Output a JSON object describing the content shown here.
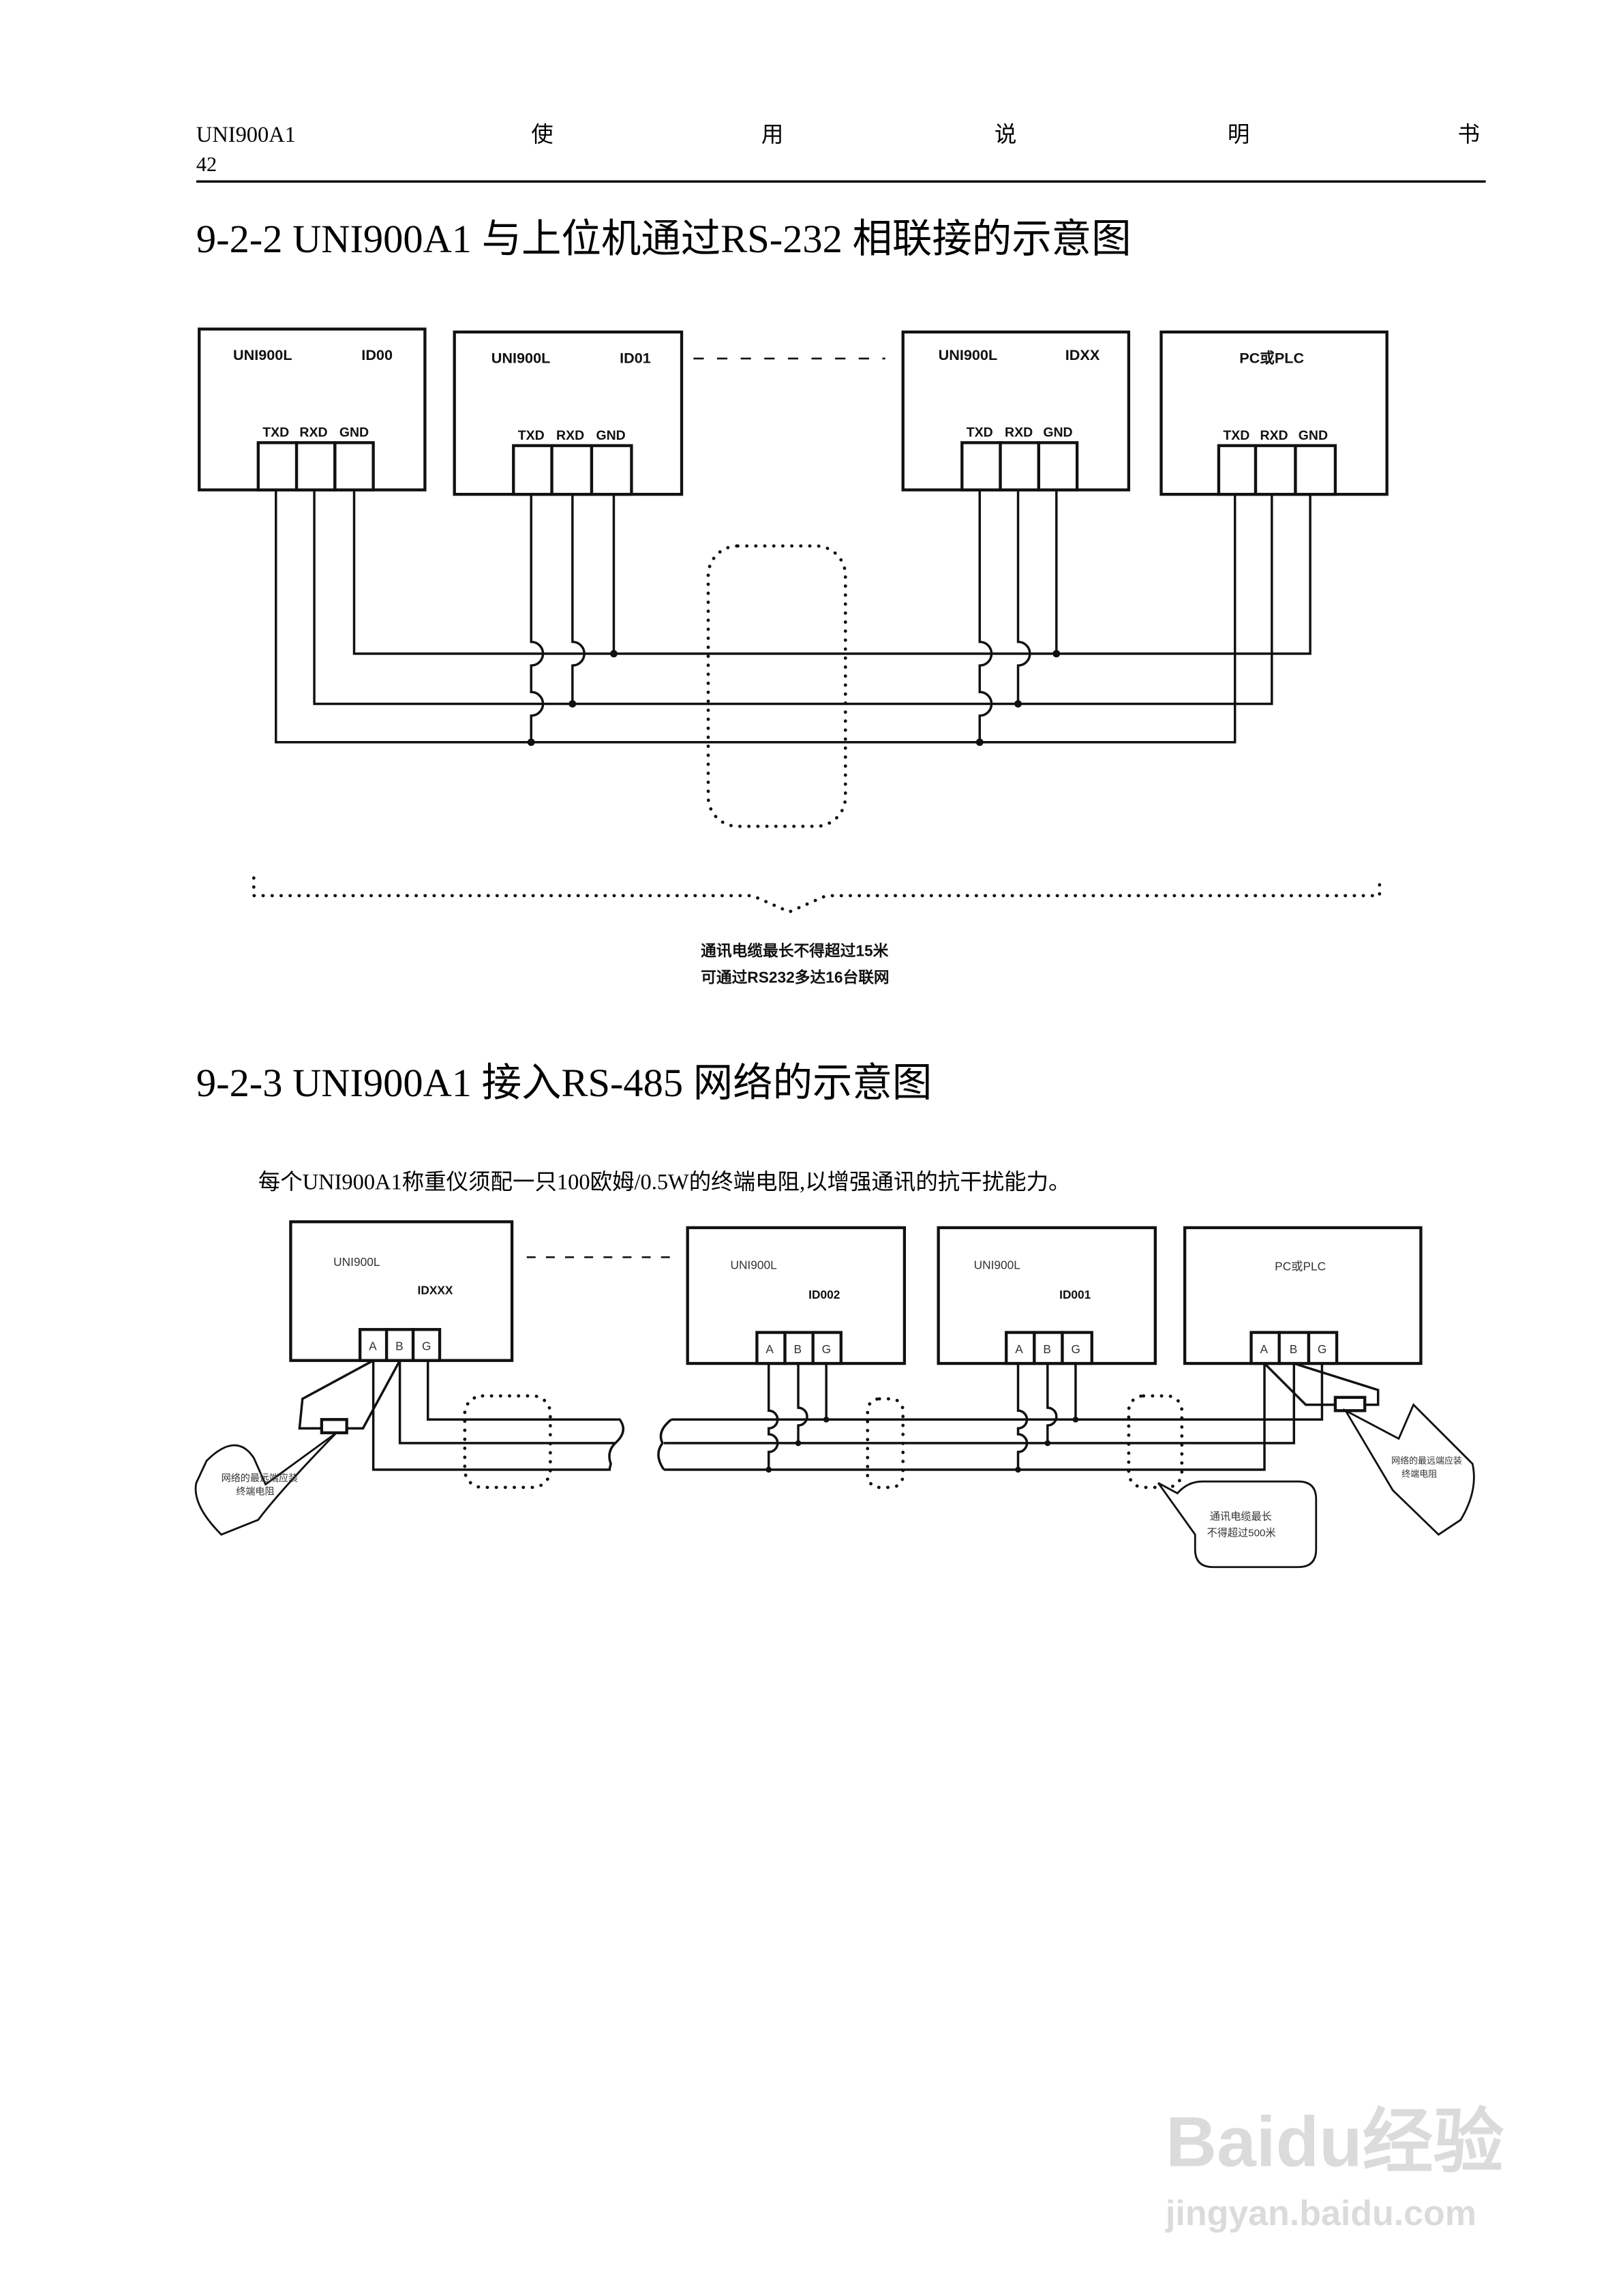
{
  "header": {
    "doc_code": "UNI900A1",
    "page_number": "42",
    "title_chars": [
      "使",
      "用",
      "说",
      "明",
      "书"
    ]
  },
  "section1": {
    "heading": "9-2-2 UNI900A1 与上位机通过RS-232 相联接的示意图",
    "devices": [
      {
        "model": "UNI900L",
        "id": "ID00"
      },
      {
        "model": "UNI900L",
        "id": "ID01"
      },
      {
        "model": "UNI900L",
        "id": "IDXX"
      },
      {
        "model": "PC或PLC",
        "id": ""
      }
    ],
    "terminals": [
      "TXD",
      "RXD",
      "GND"
    ],
    "note_lines": [
      "通讯电缆最长不得超过15米",
      "可通过RS232多达16台联网"
    ]
  },
  "section2": {
    "heading": "9-2-3 UNI900A1 接入RS-485 网络的示意图",
    "paragraph": "每个UNI900A1称重仪须配一只100欧姆/0.5W的终端电阻,以增强通讯的抗干扰能力。",
    "devices": [
      {
        "model": "UNI900L",
        "id": "IDXXX"
      },
      {
        "model": "UNI900L",
        "id": "ID002"
      },
      {
        "model": "UNI900L",
        "id": "ID001"
      },
      {
        "model": "PC或PLC",
        "id": ""
      }
    ],
    "terminals": [
      "A",
      "B",
      "G"
    ],
    "resistor_note_lines": [
      "网络的最远端应装",
      "终端电阻"
    ],
    "cable_note_lines": [
      "通讯电缆最长",
      "不得超过500米"
    ]
  },
  "watermark": {
    "brand": "Baidu经验",
    "url": "jingyan.baidu.com"
  }
}
